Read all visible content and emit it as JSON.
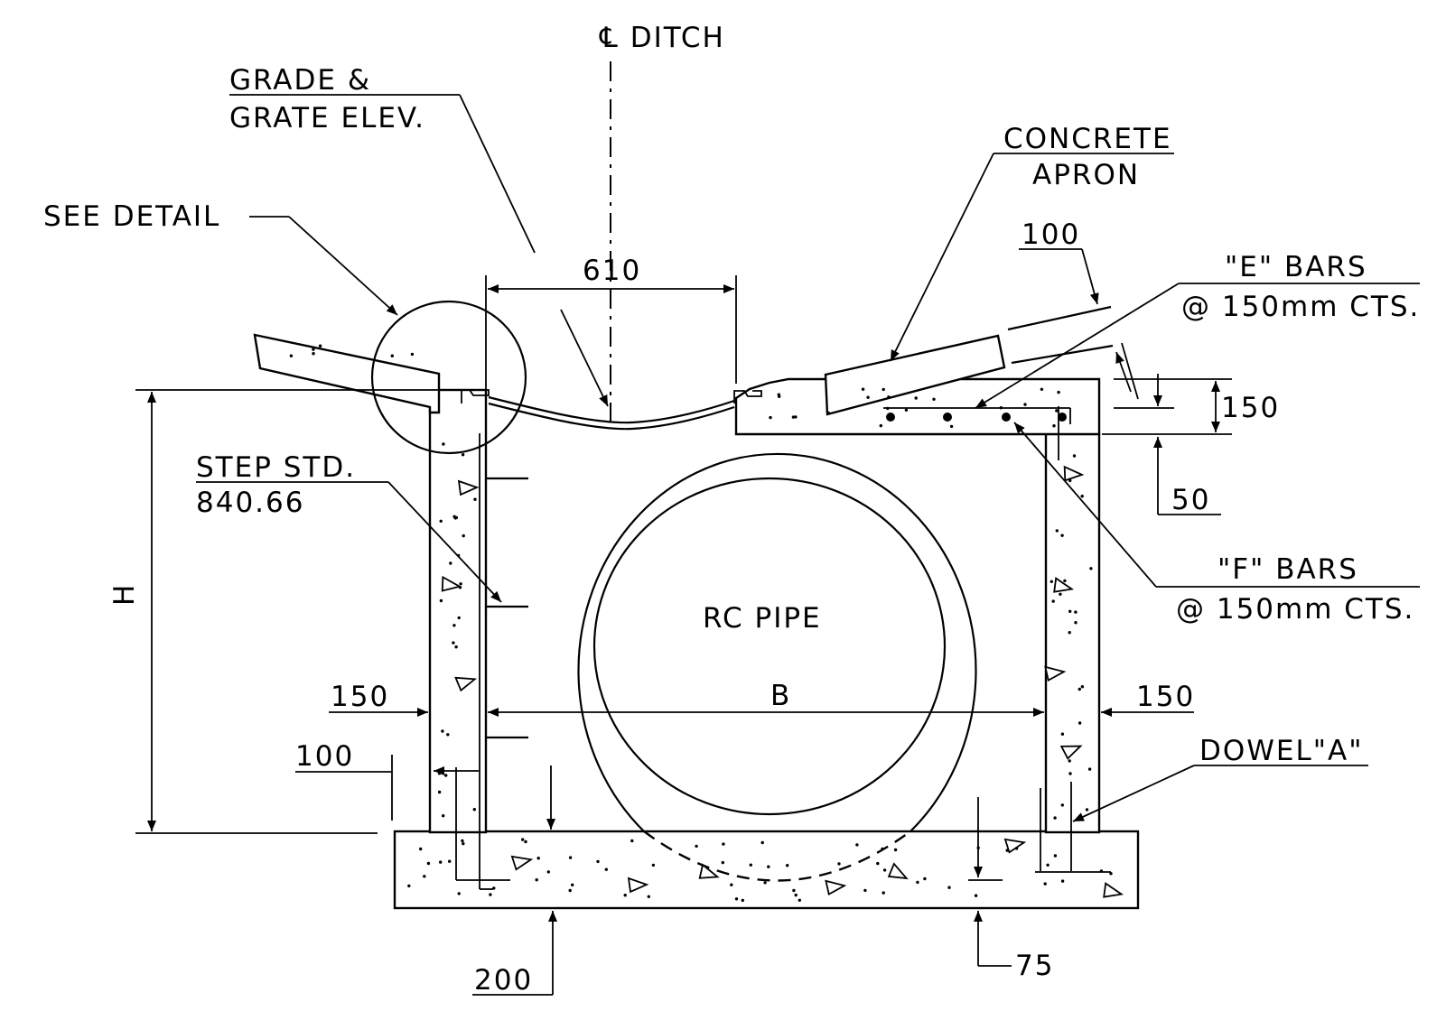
{
  "labels": {
    "centerline": "℄ DITCH",
    "grade_line1": "GRADE &",
    "grade_line2": "GRATE ELEV.",
    "see_detail": "SEE DETAIL",
    "concrete_apron_line1": "CONCRETE",
    "concrete_apron_line2": "APRON",
    "e_bars_line1": "\"E\" BARS",
    "e_bars_line2": "@ 150mm CTS.",
    "f_bars_line1": "\"F\" BARS",
    "f_bars_line2": "@ 150mm CTS.",
    "step_line1": "STEP STD.",
    "step_line2": "840.66",
    "rc_pipe": "RC PIPE",
    "dowel": "DOWEL\"A\"",
    "height": "H",
    "width": "B"
  },
  "dimensions": {
    "opening": "610",
    "apron_offset": "100",
    "slab_thickness": "150",
    "bar_cover_top": "50",
    "wall_left": "150",
    "wall_right": "150",
    "step_offset": "100",
    "base_thickness": "200",
    "base_cover": "75"
  }
}
